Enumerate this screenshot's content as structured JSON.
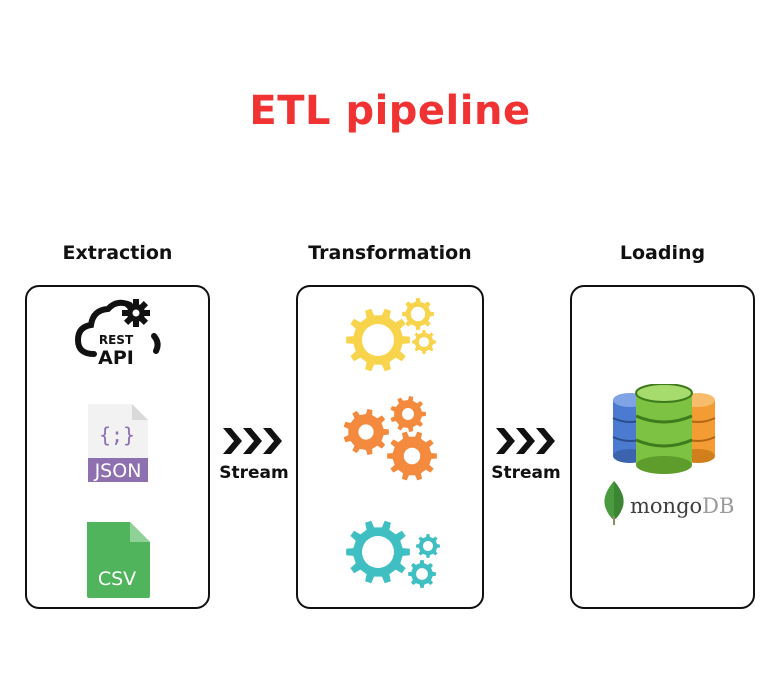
{
  "title": "ETL pipeline",
  "stages": [
    {
      "label": "Extraction"
    },
    {
      "label": "Transformation"
    },
    {
      "label": "Loading"
    }
  ],
  "stream_labels": [
    "Stream",
    "Stream"
  ],
  "extraction": {
    "api_top": "REST",
    "api_bottom": "API",
    "json_symbol": "{;}",
    "json_label": "JSON",
    "csv_label": "CSV"
  },
  "loading": {
    "mongo_prefix": "mongo",
    "mongo_suffix": "DB"
  },
  "colors": {
    "title": "#f03232",
    "gear_yellow": "#f8d44c",
    "gear_orange": "#f48a3e",
    "gear_teal": "#3fbfc1",
    "json_purple": "#8e6fb0",
    "csv_green": "#4fb45c",
    "db_blue": "#4b7bd0",
    "db_green": "#7dc242",
    "db_orange": "#f39c33",
    "mongo_leaf": "#4a9a3f"
  }
}
